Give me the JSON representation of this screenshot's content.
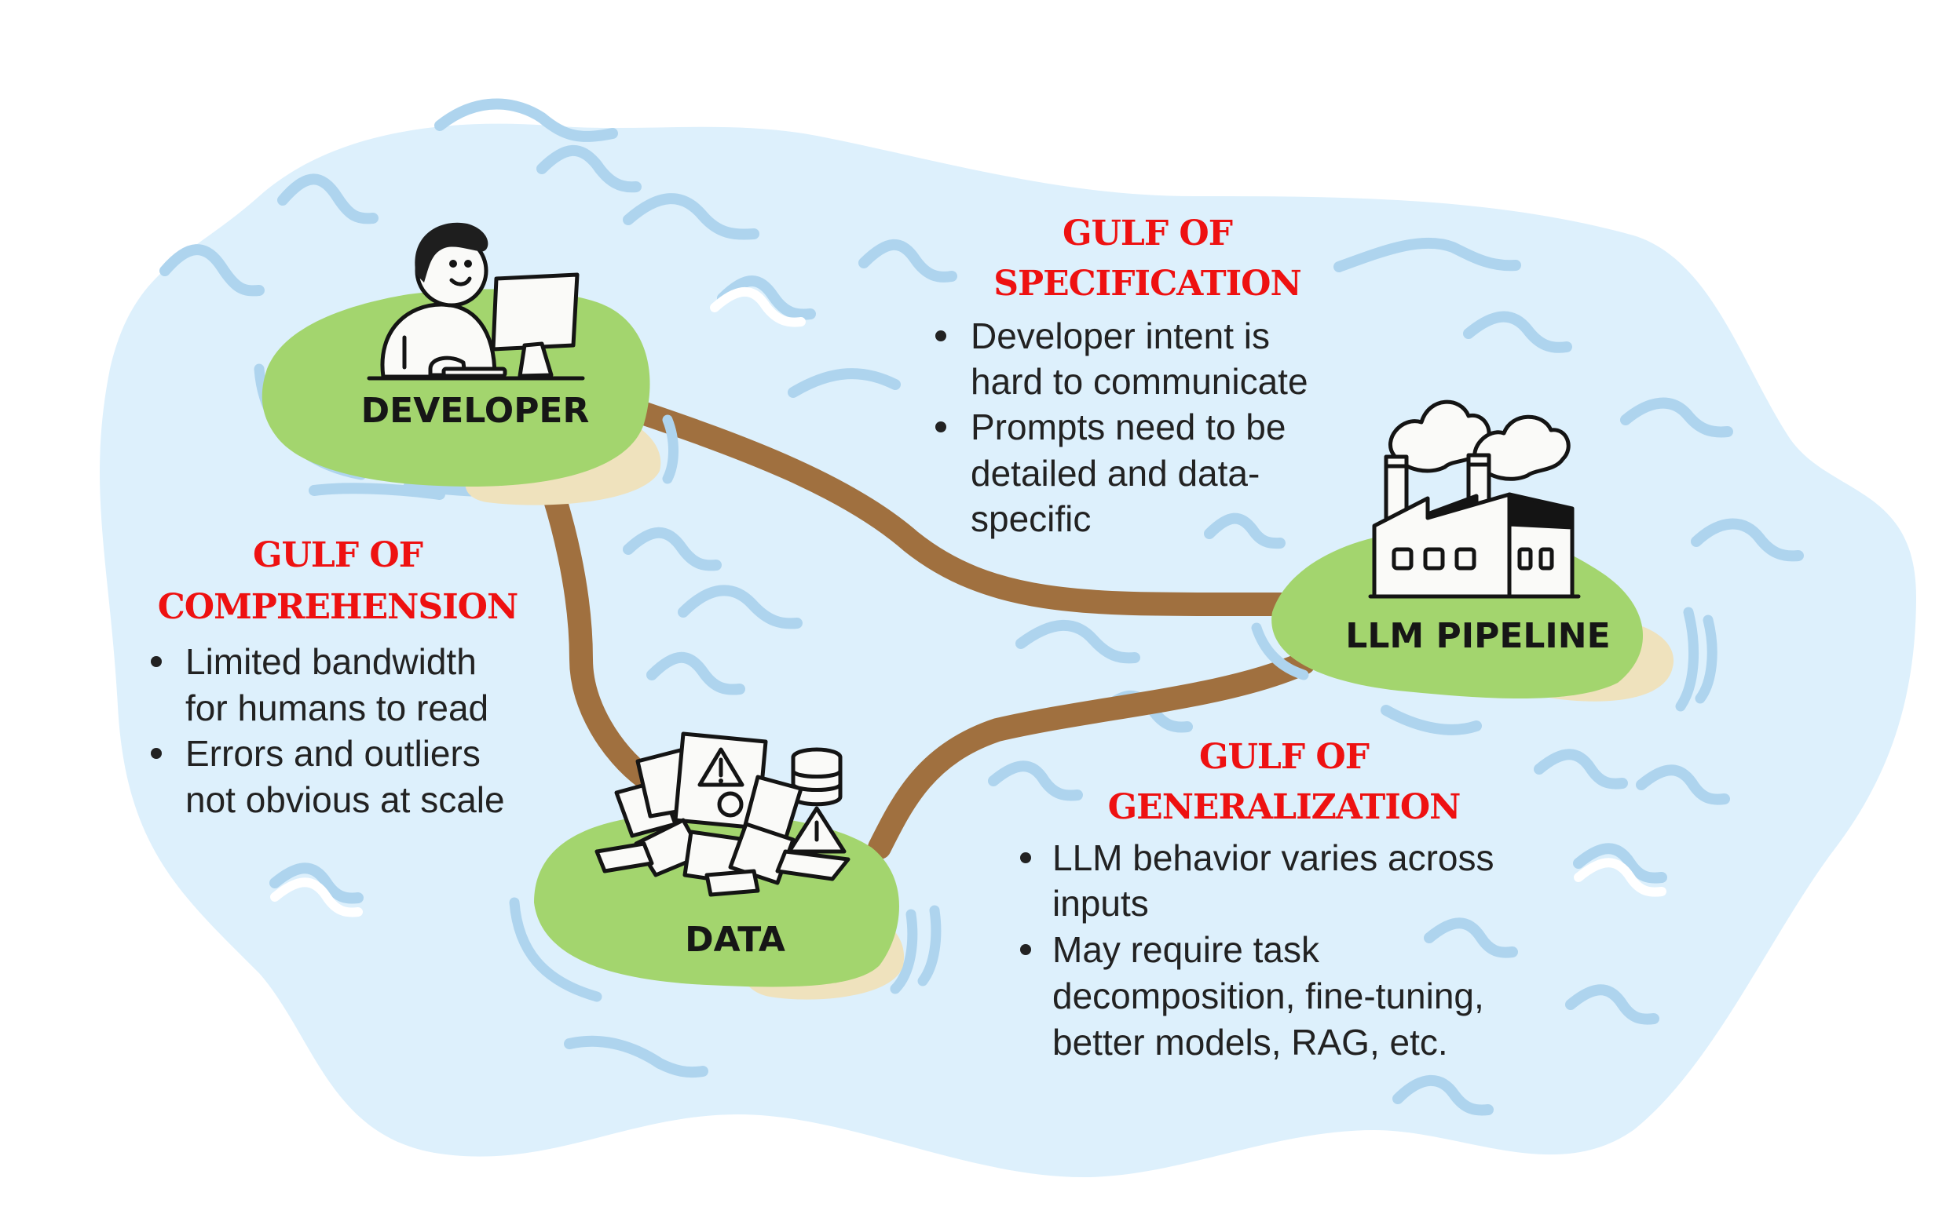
{
  "diagram": {
    "type": "concept-map",
    "theme": {
      "water": "#ddf0fc",
      "wave": "#aed4ee",
      "grass": "#a3d56e",
      "sand": "#efe2bd",
      "road": "#a0703f",
      "gulf_title": "#ee1111",
      "text": "#222222"
    },
    "nodes": [
      {
        "id": "developer",
        "label": "DEVELOPER",
        "icon": "developer-at-computer-icon"
      },
      {
        "id": "llm_pipeline",
        "label": "LLM PIPELINE",
        "icon": "factory-icon"
      },
      {
        "id": "data",
        "label": "DATA",
        "icon": "document-pile-icon"
      }
    ],
    "edges": [
      {
        "from": "developer",
        "to": "llm_pipeline",
        "gulf": "specification"
      },
      {
        "from": "developer",
        "to": "data",
        "gulf": "comprehension"
      },
      {
        "from": "data",
        "to": "llm_pipeline",
        "gulf": "generalization"
      }
    ],
    "gulfs": {
      "specification": {
        "title_line1": "GULF OF",
        "title_line2": "SPECIFICATION",
        "bullets": [
          {
            "lines": [
              "Developer intent is",
              "hard to communicate"
            ]
          },
          {
            "lines": [
              "Prompts need to be",
              "detailed and data-",
              "specific"
            ]
          }
        ]
      },
      "comprehension": {
        "title_line1": "GULF OF",
        "title_line2": "COMPREHENSION",
        "bullets": [
          {
            "lines": [
              "Limited bandwidth",
              "for humans to read"
            ]
          },
          {
            "lines": [
              "Errors and outliers",
              "not obvious at scale"
            ]
          }
        ]
      },
      "generalization": {
        "title_line1": "GULF OF",
        "title_line2": "GENERALIZATION",
        "bullets": [
          {
            "lines": [
              "LLM behavior varies across",
              "inputs"
            ]
          },
          {
            "lines": [
              "May require task",
              "decomposition, fine-tuning,",
              "better models, RAG, etc."
            ]
          }
        ]
      }
    }
  }
}
